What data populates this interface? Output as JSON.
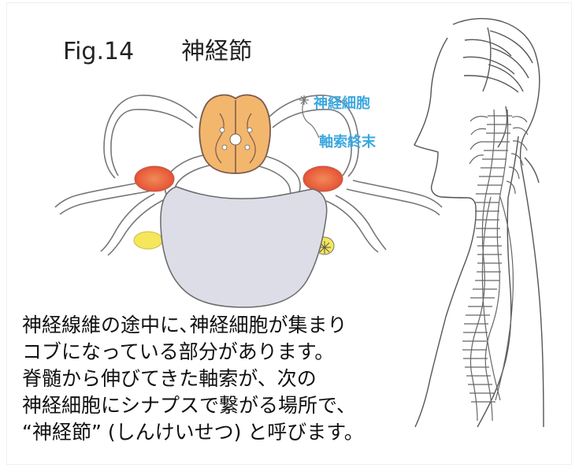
{
  "title": {
    "fig": "Fig.14",
    "name": "神経節"
  },
  "labels": {
    "neuron": "神経細胞",
    "axon_terminal": "軸索終末"
  },
  "caption": {
    "lines": [
      "神経線維の途中に､神経細胞が集まり",
      "コブになっている部分があります。",
      "脊髄から伸びてきた軸索が、次の",
      "神経細胞にシナプスで繋がる場所で、",
      "“神経節” (しんけいせつ) と呼びます。"
    ]
  },
  "colors": {
    "label": "#3ca7df",
    "spinal_cord": "#f3b66d",
    "ganglion": "#ea5a3a",
    "nerve": "#f8f0c7",
    "body": "#dddde8",
    "yellow_node": "#f6e65b"
  }
}
